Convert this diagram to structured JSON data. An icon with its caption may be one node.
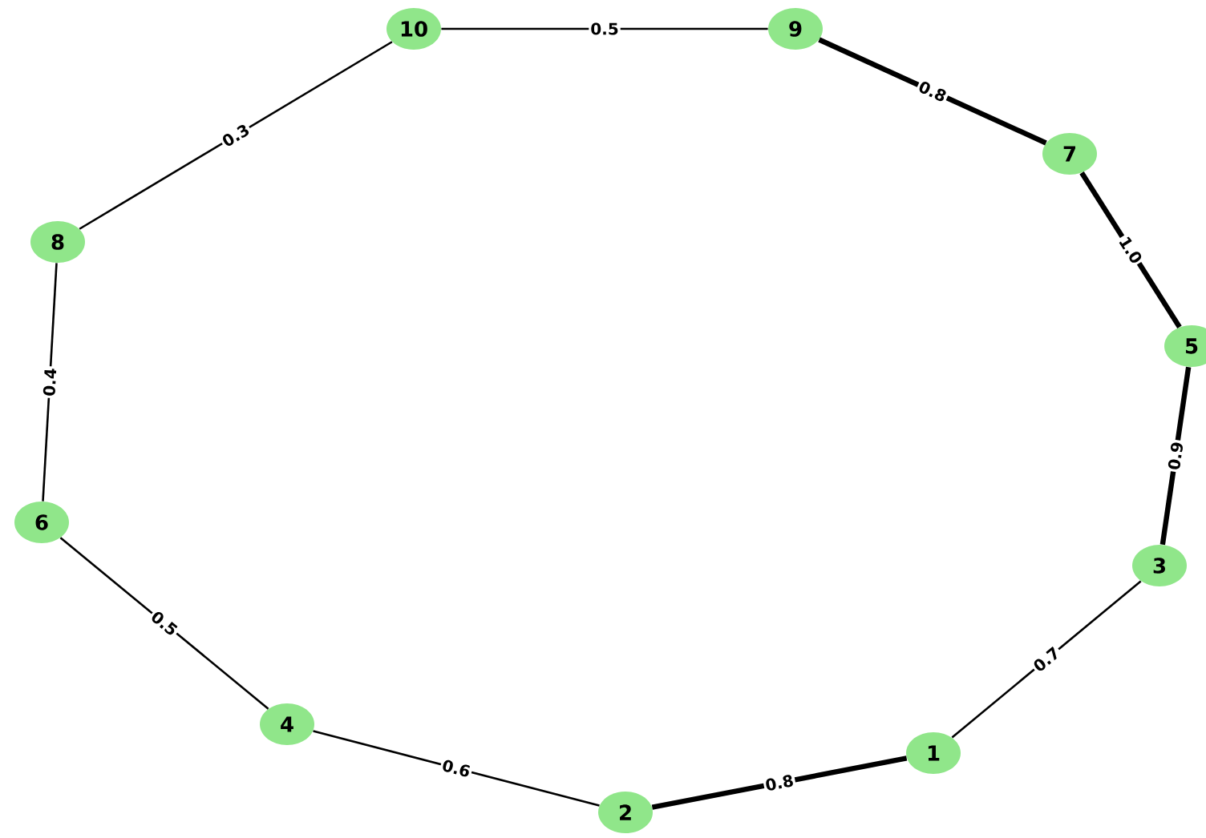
{
  "diagram": {
    "nodes": [
      {
        "text": [
          "10"
        ]
      },
      {
        "text": [
          "9"
        ]
      },
      {
        "text": [
          "7"
        ]
      },
      {
        "text": [
          "8"
        ]
      },
      {
        "text": [
          "5"
        ]
      },
      {
        "text": [
          "6"
        ]
      },
      {
        "text": [
          "3"
        ]
      },
      {
        "text": [
          "4"
        ]
      },
      {
        "text": [
          "1"
        ]
      },
      {
        "text": [
          "2"
        ]
      }
    ],
    "edges": [
      {
        "from": 0,
        "to": 1,
        "arrow": "none",
        "label": "0.5"
      },
      {
        "from": 1,
        "to": 2,
        "arrow": "none",
        "label": "0.8",
        "style": "thick"
      },
      {
        "from": 2,
        "to": 4,
        "arrow": "none",
        "label": "1.0",
        "style": "thick"
      },
      {
        "from": 4,
        "to": 6,
        "arrow": "none",
        "label": "0.9",
        "style": "thick"
      },
      {
        "from": 6,
        "to": 8,
        "arrow": "none",
        "label": "0.7"
      },
      {
        "from": 8,
        "to": 9,
        "arrow": "none",
        "label": "0.8",
        "style": "thick"
      },
      {
        "from": 9,
        "to": 7,
        "arrow": "none",
        "label": "0.6"
      },
      {
        "from": 7,
        "to": 5,
        "arrow": "none",
        "label": "0.5"
      },
      {
        "from": 5,
        "to": 3,
        "arrow": "none",
        "label": "0.4"
      },
      {
        "from": 3,
        "to": 0,
        "arrow": "none",
        "label": "0.3"
      }
    ]
  }
}
